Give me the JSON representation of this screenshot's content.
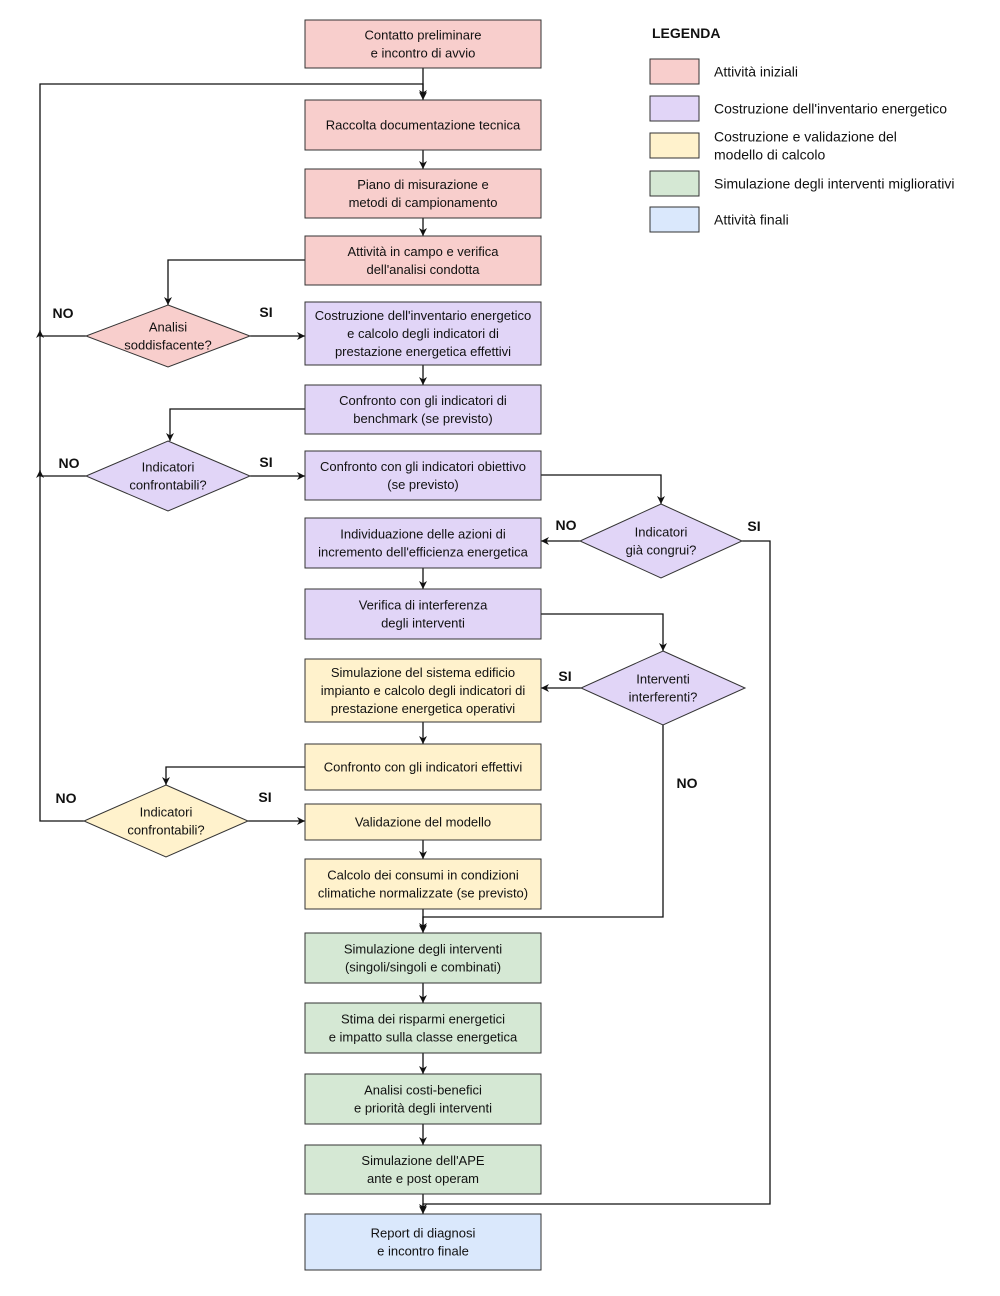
{
  "colors": {
    "initial": "#f8cecc",
    "inventory": "#e1d5f7",
    "model": "#fff2cc",
    "simulation": "#d5e8d4",
    "final": "#dae8fc",
    "stroke": "#333333"
  },
  "legend": {
    "title": "LEGENDA",
    "items": [
      {
        "key": "initial",
        "label": [
          "Attività iniziali"
        ]
      },
      {
        "key": "inventory",
        "label": [
          "Costruzione dell'inventario energetico"
        ]
      },
      {
        "key": "model",
        "label": [
          "Costruzione e validazione del",
          "modello di calcolo"
        ]
      },
      {
        "key": "simulation",
        "label": [
          "Simulazione degli interventi migliorativi"
        ]
      },
      {
        "key": "final",
        "label": [
          "Attività finali"
        ]
      }
    ]
  },
  "nodes": {
    "contatto": {
      "category": "initial",
      "text": [
        "Contatto preliminare",
        "e incontro di avvio"
      ]
    },
    "raccolta": {
      "category": "initial",
      "text": [
        "Raccolta documentazione tecnica"
      ]
    },
    "piano": {
      "category": "initial",
      "text": [
        "Piano di misurazione e",
        "metodi di campionamento"
      ]
    },
    "attivita": {
      "category": "initial",
      "text": [
        "Attività in campo e verifica",
        "dell'analisi condotta"
      ]
    },
    "analisi": {
      "category": "initial",
      "text": [
        "Analisi",
        "soddisfacente?"
      ]
    },
    "costruzione": {
      "category": "inventory",
      "text": [
        "Costruzione dell'inventario energetico",
        "e calcolo degli indicatori di",
        "prestazione energetica effettivi"
      ]
    },
    "benchmark": {
      "category": "inventory",
      "text": [
        "Confronto con gli indicatori di",
        "benchmark (se previsto)"
      ]
    },
    "confrontabili1": {
      "category": "inventory",
      "text": [
        "Indicatori",
        "confrontabili?"
      ]
    },
    "obiettivo": {
      "category": "inventory",
      "text": [
        "Confronto con gli indicatori obiettivo",
        "(se previsto)"
      ]
    },
    "congrui": {
      "category": "inventory",
      "text": [
        "Indicatori",
        "già congrui?"
      ]
    },
    "individuazione": {
      "category": "inventory",
      "text": [
        "Individuazione delle azioni di",
        "incremento dell'efficienza energetica"
      ]
    },
    "verifica": {
      "category": "inventory",
      "text": [
        "Verifica di interferenza",
        "degli interventi"
      ]
    },
    "interferenti": {
      "category": "inventory",
      "text": [
        "Interventi",
        "interferenti?"
      ]
    },
    "simulazione_sistema": {
      "category": "model",
      "text": [
        "Simulazione del sistema edificio",
        "impianto e calcolo degli indicatori di",
        "prestazione energetica operativi"
      ]
    },
    "effettivi": {
      "category": "model",
      "text": [
        "Confronto con gli indicatori effettivi"
      ]
    },
    "confrontabili2": {
      "category": "model",
      "text": [
        "Indicatori",
        "confrontabili?"
      ]
    },
    "validazione": {
      "category": "model",
      "text": [
        "Validazione del modello"
      ]
    },
    "calcolo": {
      "category": "model",
      "text": [
        "Calcolo dei consumi in condizioni",
        "climatiche normalizzate (se previsto)"
      ]
    },
    "sim_interventi": {
      "category": "simulation",
      "text": [
        "Simulazione degli interventi",
        "(singoli/singoli e combinati)"
      ]
    },
    "stima": {
      "category": "simulation",
      "text": [
        "Stima dei risparmi energetici",
        "e impatto sulla classe energetica"
      ]
    },
    "costi": {
      "category": "simulation",
      "text": [
        "Analisi costi-benefici",
        "e priorità degli interventi"
      ]
    },
    "ape": {
      "category": "simulation",
      "text": [
        "Simulazione dell'APE",
        "ante e post operam"
      ]
    },
    "report": {
      "category": "final",
      "text": [
        "Report di diagnosi",
        "e incontro finale"
      ]
    }
  },
  "edge_labels": {
    "analisi_no": "NO",
    "analisi_si": "SI",
    "confrontabili1_no": "NO",
    "confrontabili1_si": "SI",
    "congrui_no": "NO",
    "congrui_si": "SI",
    "interferenti_si": "SI",
    "interferenti_no": "NO",
    "confrontabili2_no": "NO",
    "confrontabili2_si": "SI"
  }
}
